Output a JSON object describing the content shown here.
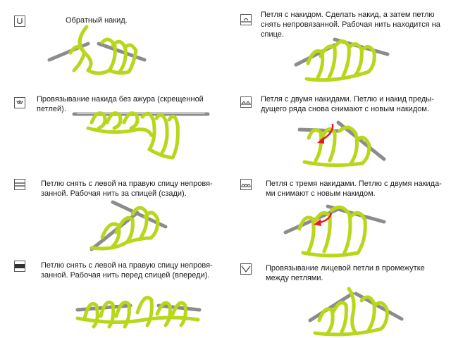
{
  "colors": {
    "yarn": "#b8d71b",
    "needle": "#8c8c8c",
    "arrow": "#e31e24"
  },
  "items": [
    {
      "symbol_icon": "yarn-over-symbol",
      "caption": "Обратный накид."
    },
    {
      "symbol_icon": "twisted-yarn-over-symbol",
      "caption": "Провязывание накида без ажура (скрещенной петлей)."
    },
    {
      "symbol_icon": "slip-wyib-symbol",
      "caption": "Петлю снять с левой на правую спицу непровя-занной. Рабочая нить за спицей (сзади)."
    },
    {
      "symbol_icon": "slip-wyif-symbol",
      "caption": "Петлю снять с левой на правую спицу непровя-занной. Рабочая нить перед спицей (впереди)."
    },
    {
      "symbol_icon": "slip-with-yarn-over-symbol",
      "caption": "Петля с накидом. Сделать накид, а затем петлю снять непровязанной. Рабочая нить находится на спице."
    },
    {
      "symbol_icon": "two-yarn-overs-symbol",
      "caption": "Петля с двумя накидами. Петлю и накид преды-дущего ряда снова снимают с новым накидом."
    },
    {
      "symbol_icon": "three-yarn-overs-symbol",
      "caption": "Петля с тремя накидами. Петлю с двумя накида-ми снимают с новым накидом."
    },
    {
      "symbol_icon": "knit-between-stitches-symbol",
      "caption": "Провязывание лицевой петли в промежутке между петлями."
    }
  ]
}
